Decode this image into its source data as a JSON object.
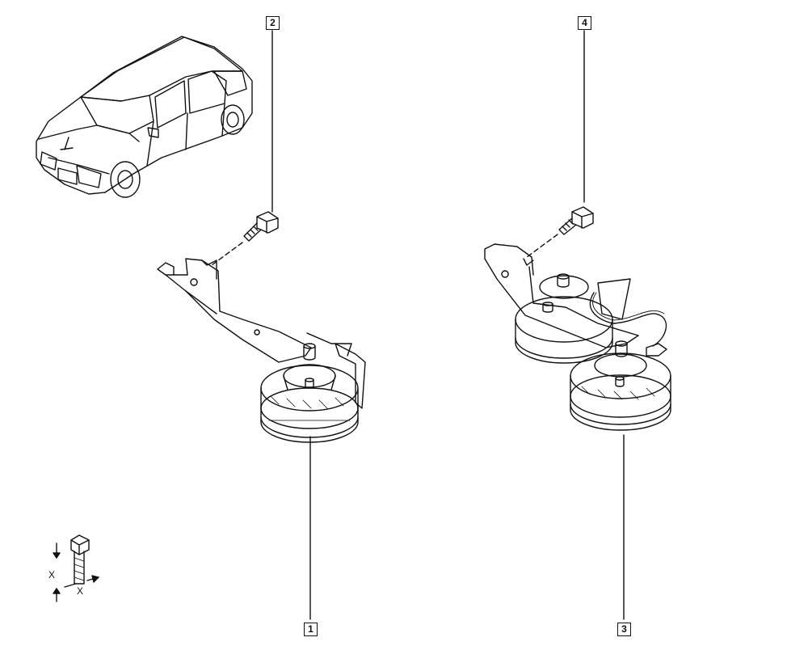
{
  "callouts": {
    "c1": "1",
    "c2": "2",
    "c3": "3",
    "c4": "4"
  },
  "bolt_symbol": {
    "dim_x_vertical": "X",
    "dim_x_horizontal": "X"
  },
  "colors": {
    "line": "#111111",
    "background": "#ffffff"
  }
}
